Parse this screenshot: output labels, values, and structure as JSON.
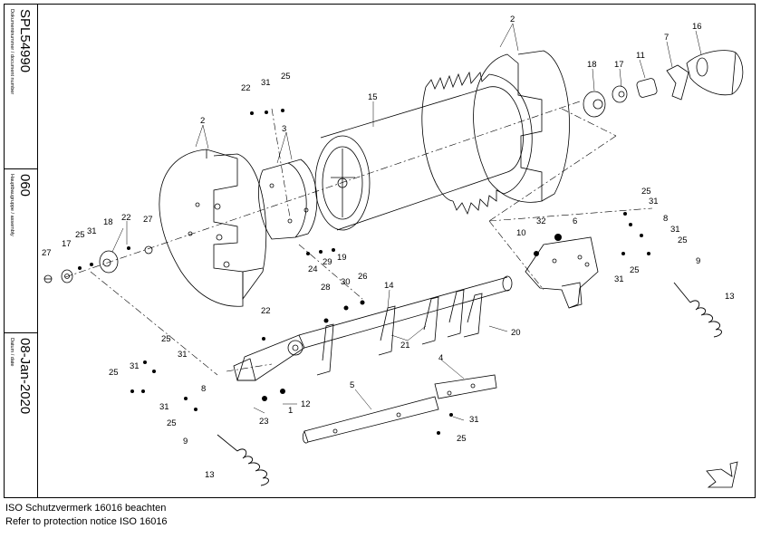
{
  "title_block": {
    "doc_label": "Dokumentnummer / document number",
    "doc_number": "SPL54990",
    "assembly_label": "Hauptbaugruppe / assembly",
    "assembly_number": "060",
    "date_label": "Datum / date",
    "date": "08-Jan-2020"
  },
  "footer": {
    "line1": "ISO Schutzvermerk 16016 beachten",
    "line2": "Refer to protection notice ISO 16016"
  },
  "callouts": {
    "c2a": "2",
    "c2b": "2",
    "c3": "3",
    "c15": "15",
    "c16": "16",
    "c7": "7",
    "c11": "11",
    "c17a": "17",
    "c18a": "18",
    "c22a": "22",
    "c31a": "31",
    "c25a": "25",
    "c27a": "27",
    "c17b": "17",
    "c25b": "25",
    "c31b": "31",
    "c18b": "18",
    "c22b": "22",
    "c27b": "27",
    "c19": "19",
    "c29": "29",
    "c24": "24",
    "c28": "28",
    "c30": "30",
    "c26": "26",
    "c14": "14",
    "c10": "10",
    "c32": "32",
    "c6": "6",
    "c25c": "25",
    "c31c": "31",
    "c8a": "8",
    "c31d": "31",
    "c25d": "25",
    "c9a": "9",
    "c13a": "13",
    "c31e": "31",
    "c25e": "25",
    "c22c": "22",
    "c21": "21",
    "c20": "20",
    "c25f": "25",
    "c31f": "31",
    "c25g": "25",
    "c31g": "31",
    "c8b": "8",
    "c31h": "31",
    "c25h": "25",
    "c9b": "9",
    "c13b": "13",
    "c23": "23",
    "c1": "1",
    "c12": "12",
    "c5": "5",
    "c4": "4",
    "c31i": "31",
    "c25i": "25"
  },
  "icons": {
    "direction_arrow": "direction-arrow-icon"
  }
}
